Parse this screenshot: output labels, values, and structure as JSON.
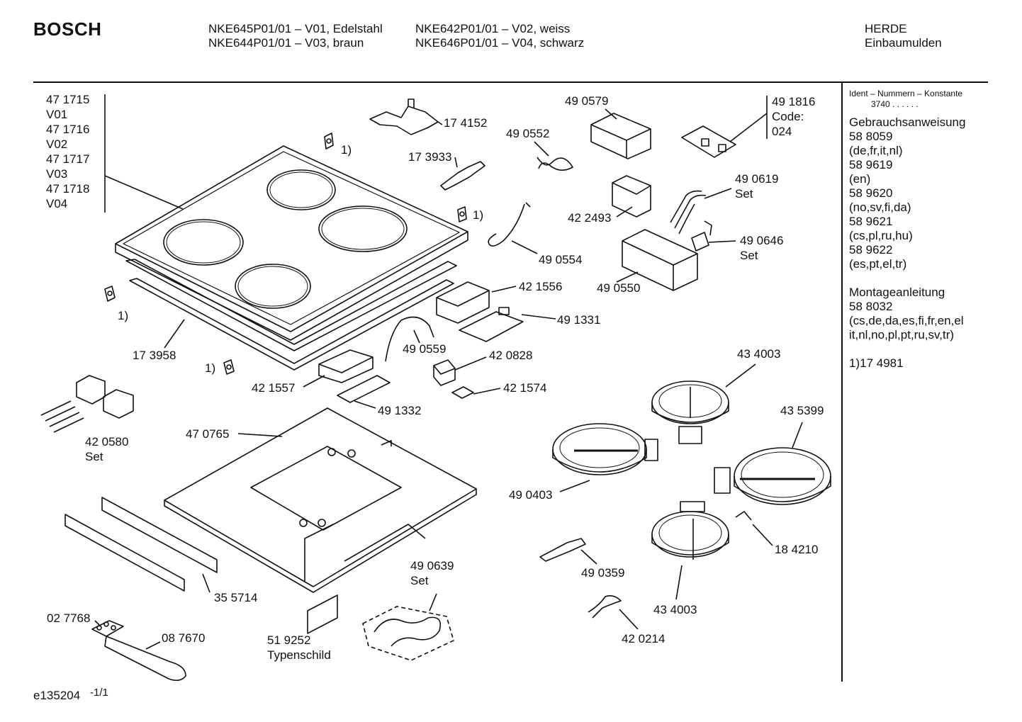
{
  "header": {
    "brand": "BOSCH",
    "models_col1": [
      "NKE645P01/01 – V01, Edelstahl",
      "NKE644P01/01 – V03, braun"
    ],
    "models_col2": [
      "NKE642P01/01 – V02, weiss",
      "NKE646P01/01 – V04, schwarz"
    ],
    "category": [
      "HERDE",
      "Einbaumulden"
    ]
  },
  "sidebar": {
    "ident_title": "Ident – Nummern – Konstante",
    "ident_value": "3740  .  .  .  .  .  .",
    "lines": [
      "Gebrauchsanweisung",
      "58 8059",
      "(de,fr,it,nl)",
      "58 9619",
      "(en)",
      "58 9620",
      "(no,sv,fi,da)",
      "58 9621",
      "(cs,pl,ru,hu)",
      "58 9622",
      "(es,pt,el,tr)",
      "",
      "Montageanleitung",
      "58 8032",
      "(cs,de,da,es,fi,fr,en,el",
      "it,nl,no,pl,pt,ru,sv,tr)",
      "",
      "1)17 4981"
    ]
  },
  "variant_block": {
    "lines": [
      "47 1715",
      "V01",
      "47 1716",
      "V02",
      "47 1717",
      "V03",
      "47 1718",
      "V04"
    ]
  },
  "code_block": {
    "lines": [
      "49 1816",
      "Code:",
      "024"
    ]
  },
  "parts": [
    {
      "id": "p174152",
      "text": "17 4152"
    },
    {
      "id": "p173933",
      "text": "17 3933"
    },
    {
      "id": "p490579",
      "text": "49 0579"
    },
    {
      "id": "p490552",
      "text": "49 0552"
    },
    {
      "id": "p490619",
      "text": "49 0619"
    },
    {
      "id": "p490619set",
      "text": "Set"
    },
    {
      "id": "p422493",
      "text": "42 2493"
    },
    {
      "id": "p490554",
      "text": "49 0554"
    },
    {
      "id": "p490646",
      "text": "49 0646"
    },
    {
      "id": "p490646set",
      "text": "Set"
    },
    {
      "id": "p490550",
      "text": "49 0550"
    },
    {
      "id": "p421556",
      "text": "42 1556"
    },
    {
      "id": "p491331",
      "text": "49 1331"
    },
    {
      "id": "p173958",
      "text": "17 3958"
    },
    {
      "id": "p490559",
      "text": "49 0559"
    },
    {
      "id": "p420828",
      "text": "42 0828"
    },
    {
      "id": "p421557",
      "text": "42 1557"
    },
    {
      "id": "p421574",
      "text": "42 1574"
    },
    {
      "id": "p491332",
      "text": "49 1332"
    },
    {
      "id": "p434003a",
      "text": "43 4003"
    },
    {
      "id": "p435399",
      "text": "43 5399"
    },
    {
      "id": "p420580",
      "text": "42 0580"
    },
    {
      "id": "p420580set",
      "text": "Set"
    },
    {
      "id": "p470765",
      "text": "47 0765"
    },
    {
      "id": "p490403",
      "text": "49 0403"
    },
    {
      "id": "p184210",
      "text": "18 4210"
    },
    {
      "id": "p490639",
      "text": "49 0639"
    },
    {
      "id": "p490639set",
      "text": "Set"
    },
    {
      "id": "p355714",
      "text": "35 5714"
    },
    {
      "id": "p490359",
      "text": "49 0359"
    },
    {
      "id": "p434003b",
      "text": "43 4003"
    },
    {
      "id": "p027768",
      "text": "02 7768"
    },
    {
      "id": "p087670",
      "text": "08 7670"
    },
    {
      "id": "p519252",
      "text": "51 9252"
    },
    {
      "id": "p519252b",
      "text": "Typenschild"
    },
    {
      "id": "p420214",
      "text": "42 0214"
    },
    {
      "id": "fn1a",
      "text": "1)"
    },
    {
      "id": "fn1b",
      "text": "1)"
    },
    {
      "id": "fn1c",
      "text": "1)"
    },
    {
      "id": "fn1d",
      "text": "1)"
    }
  ],
  "footer": {
    "doc_id": "e135204",
    "page": "-1/1"
  }
}
